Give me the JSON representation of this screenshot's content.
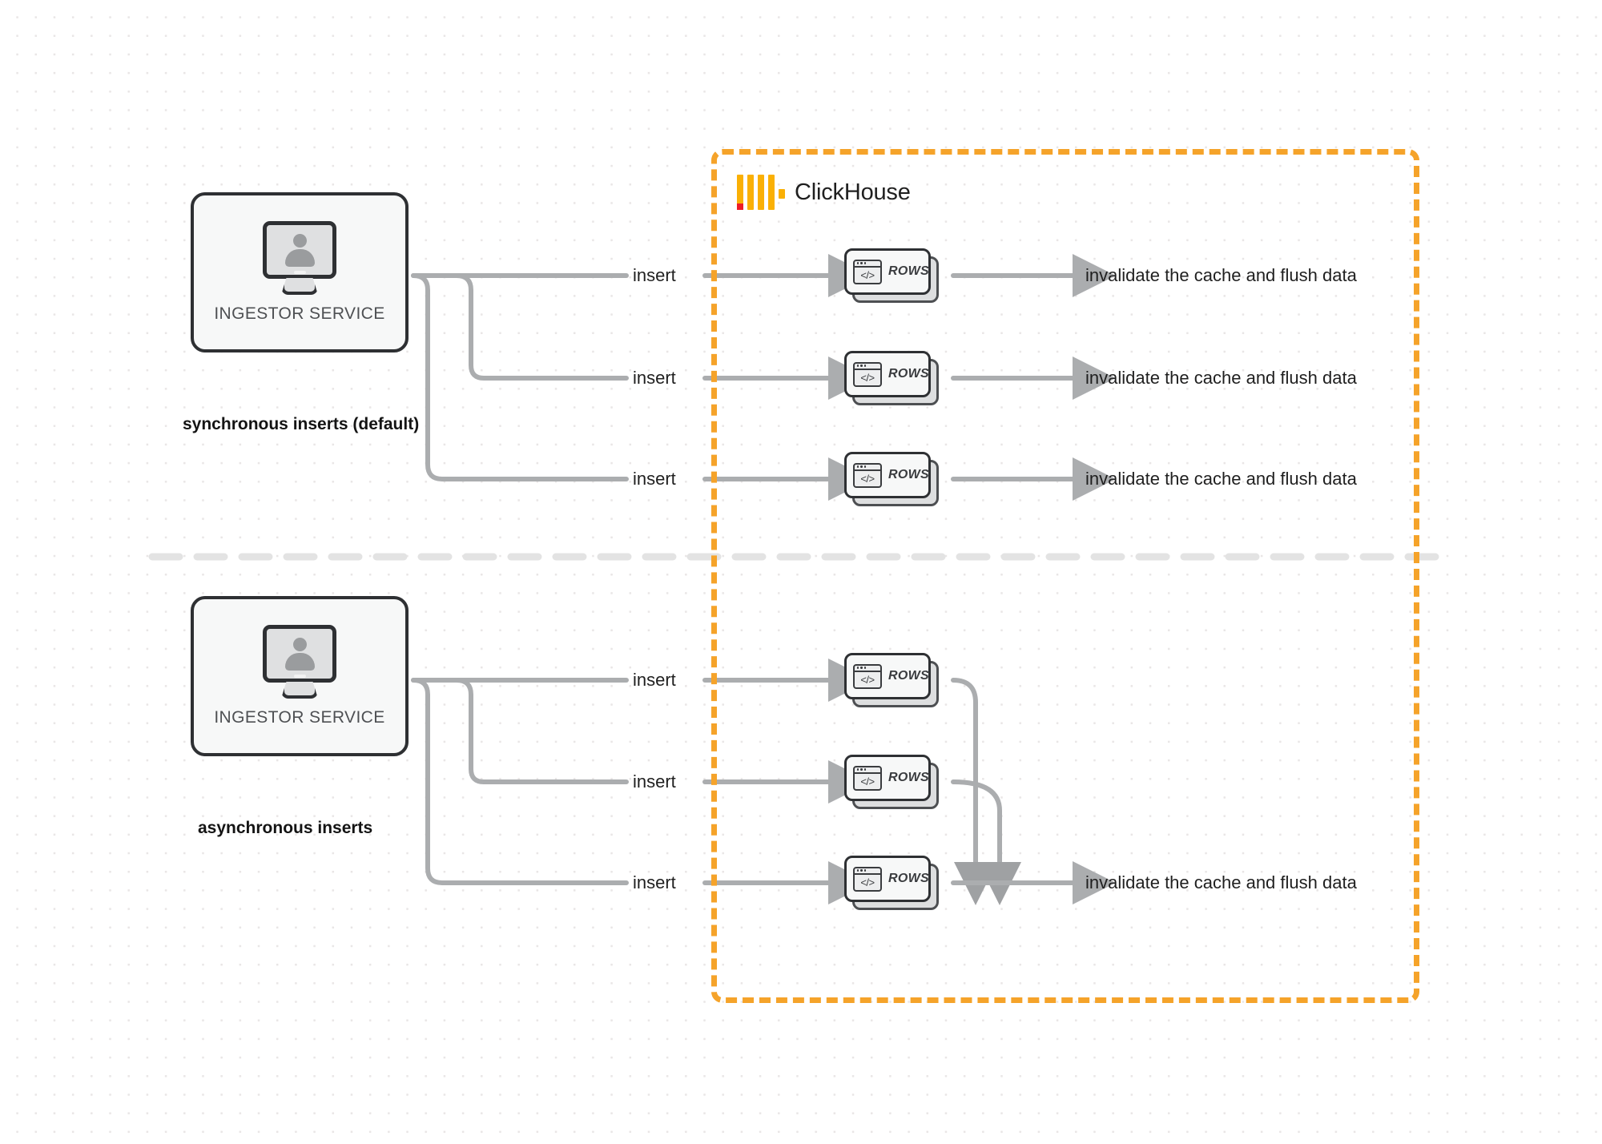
{
  "diagram": {
    "title": "ClickHouse synchronous vs asynchronous inserts",
    "background": "#ffffff",
    "dot_grid_color": "#e9e6e6"
  },
  "clickhouse": {
    "name": "ClickHouse",
    "border_color": "#F5A32A",
    "logo": {
      "icon": "clickhouse-logo",
      "bar_color": "#FAB005",
      "accent_color": "#EE1C25"
    }
  },
  "sections": [
    {
      "id": "synchronous",
      "caption": "synchronous inserts (default)",
      "ingestor": {
        "label": "INGESTOR SERVICE",
        "icon": "monitor-user-icon"
      },
      "edges": [
        {
          "insert_label": "insert",
          "rows_label": "ROWS",
          "out_label": "invalidate the cache and flush data"
        },
        {
          "insert_label": "insert",
          "rows_label": "ROWS",
          "out_label": "invalidate the cache and flush data"
        },
        {
          "insert_label": "insert",
          "rows_label": "ROWS",
          "out_label": "invalidate the cache and flush data"
        }
      ]
    },
    {
      "id": "asynchronous",
      "caption": "asynchronous inserts",
      "ingestor": {
        "label": "INGESTOR SERVICE",
        "icon": "monitor-user-icon"
      },
      "edges": [
        {
          "insert_label": "insert",
          "rows_label": "ROWS",
          "out_label": ""
        },
        {
          "insert_label": "insert",
          "rows_label": "ROWS",
          "out_label": ""
        },
        {
          "insert_label": "insert",
          "rows_label": "ROWS",
          "out_label": "invalidate the cache and flush data"
        }
      ]
    }
  ],
  "wire_color": "#ABADAF",
  "divider_color": "#E3E3E3"
}
